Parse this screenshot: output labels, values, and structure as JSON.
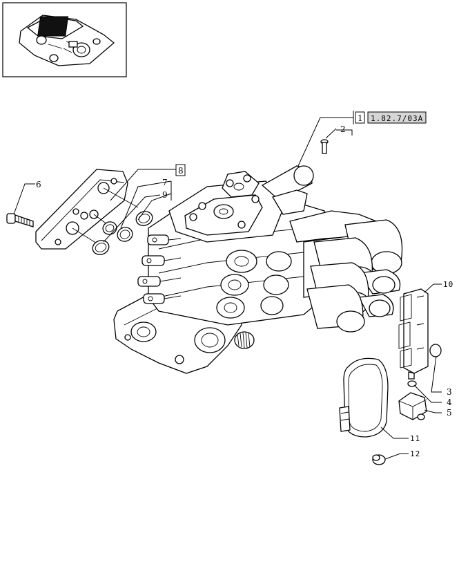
{
  "callouts": [
    {
      "id": "c1",
      "label": "1"
    },
    {
      "id": "c2",
      "label": "2"
    },
    {
      "id": "c3",
      "label": "3"
    },
    {
      "id": "c4",
      "label": "4"
    },
    {
      "id": "c5",
      "label": "5"
    },
    {
      "id": "c6",
      "label": "6"
    },
    {
      "id": "c7",
      "label": "7"
    },
    {
      "id": "c8",
      "label": "8"
    },
    {
      "id": "c9",
      "label": "9"
    },
    {
      "id": "c10",
      "label": "10"
    },
    {
      "id": "c11",
      "label": "11"
    },
    {
      "id": "c12",
      "label": "12"
    }
  ],
  "reference": {
    "code": "1.82.7/03A"
  }
}
